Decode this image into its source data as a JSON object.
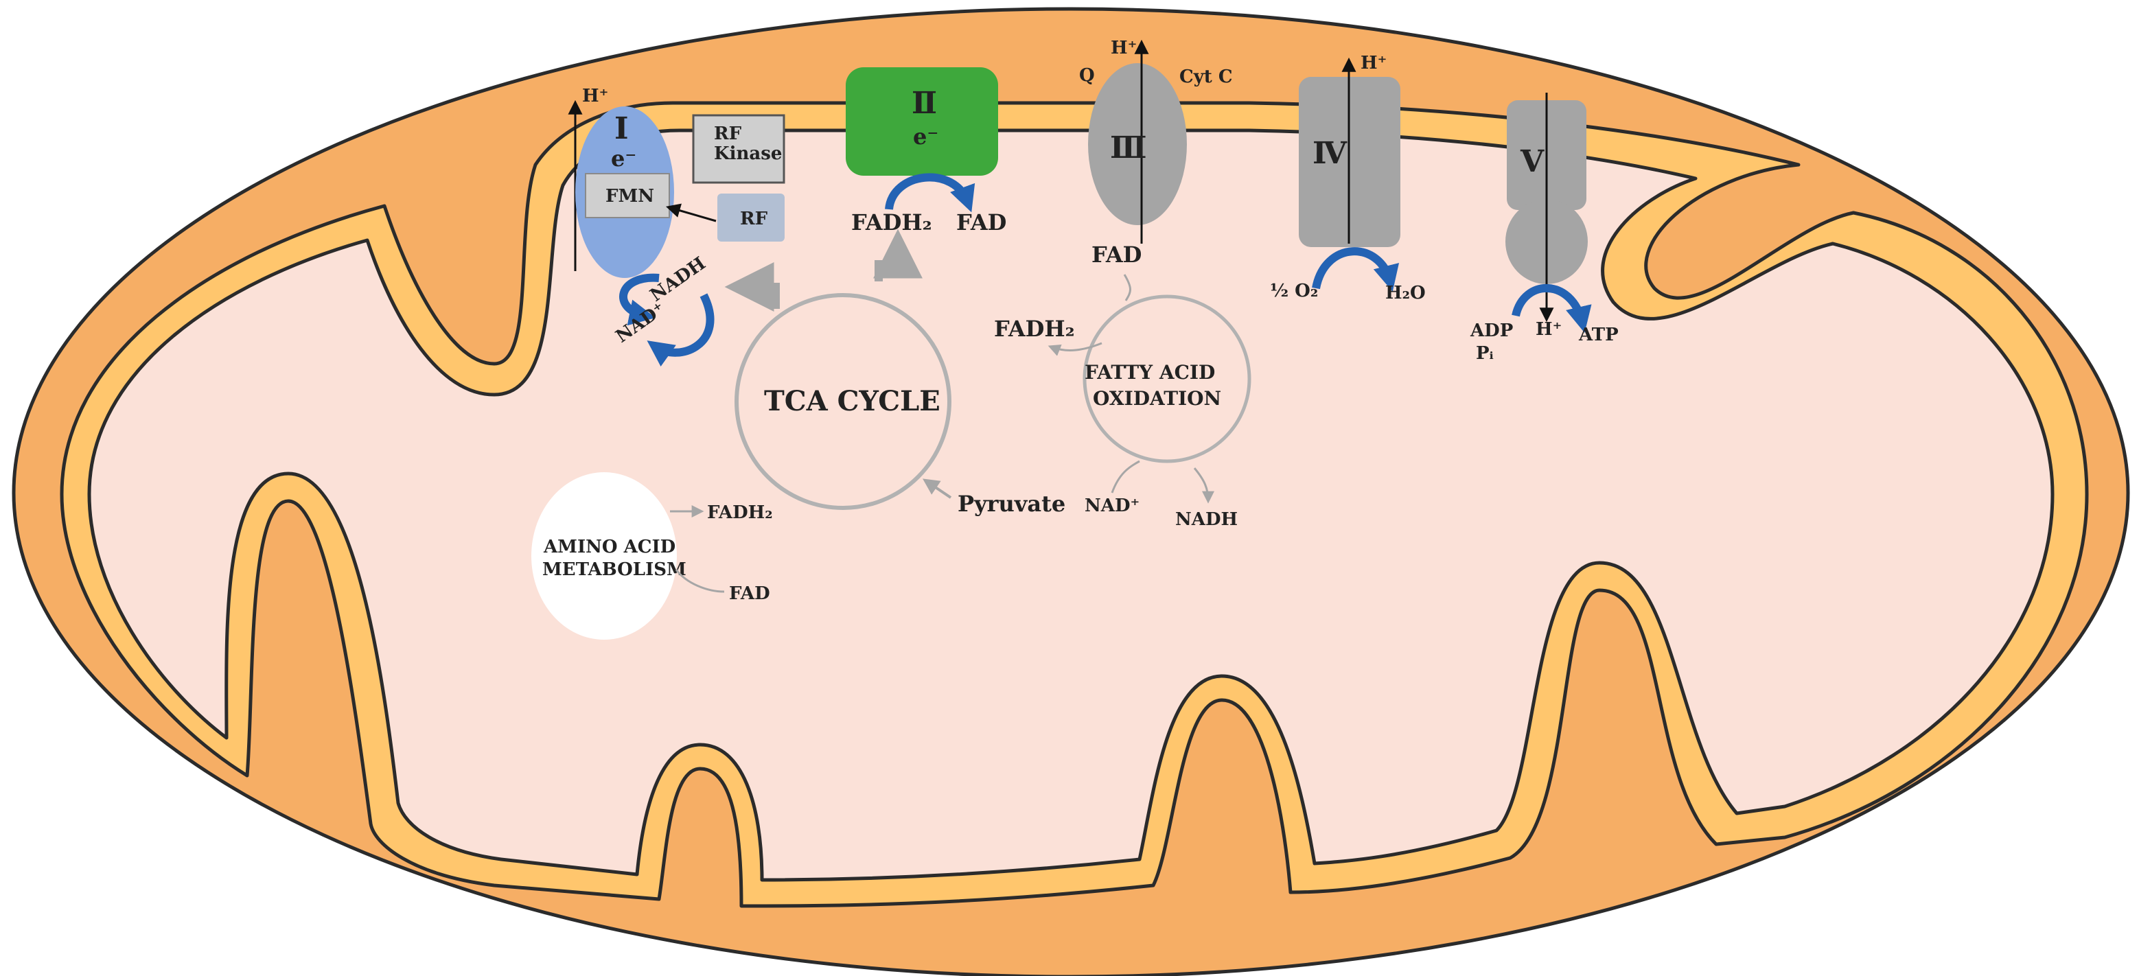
{
  "colors": {
    "outer_membrane": "#f6ae65",
    "membrane_line": "#2b2b2b",
    "inner_space": "#fbe1d8",
    "ims_band": "#ffc66d",
    "complex_one": "#87a8df",
    "complex_two": "#3ea83c",
    "complex_grey": "#a5a5a5",
    "flavin_box": "#cfcfcf",
    "riboflavin_box": "#b2bfd3",
    "blue_arrow": "#2463b4",
    "grey_arrow": "#a6a6a6",
    "cycle_stroke": "#b2b2b2"
  },
  "complexes": {
    "c1": {
      "numeral": "I",
      "electron": "e⁻",
      "fmn": "FMN",
      "proton": "H⁺"
    },
    "c2": {
      "numeral": "Ⅱ",
      "electron": "e⁻"
    },
    "c3": {
      "numeral": "Ⅲ",
      "proton": "H⁺",
      "q": "Q",
      "cytc": "Cyt C",
      "fad": "FAD"
    },
    "c4": {
      "numeral": "Ⅳ",
      "proton": "H⁺",
      "o2": "½ O₂",
      "h2o": "H₂O"
    },
    "c5": {
      "numeral": "V",
      "proton": "H⁺",
      "adp": "ADP",
      "pi": "Pᵢ",
      "atp": "ATP"
    }
  },
  "riboflavin": {
    "kinase_line1": "RF",
    "kinase_line2": "Kinase",
    "rf": "RF"
  },
  "complex_one_redox": {
    "nad": "NAD⁺",
    "nadh": "NADH"
  },
  "complex_two_redox": {
    "fadh2": "FADH₂",
    "fad": "FAD"
  },
  "tca": {
    "label": "TCA CYCLE",
    "pyruvate": "Pyruvate"
  },
  "fatty_acid": {
    "line1": "FATTY ACID",
    "line2": "OXIDATION",
    "fadh2": "FADH₂",
    "nad": "NAD⁺",
    "nadh": "NADH"
  },
  "amino_acid": {
    "line1": "AMINO ACID",
    "line2": "METABOLISM",
    "fadh2": "FADH₂",
    "fad": "FAD"
  },
  "icons": [
    "mitochondrion-icon",
    "electron-transport-complex-icon",
    "redox-cycle-arrow-icon"
  ]
}
